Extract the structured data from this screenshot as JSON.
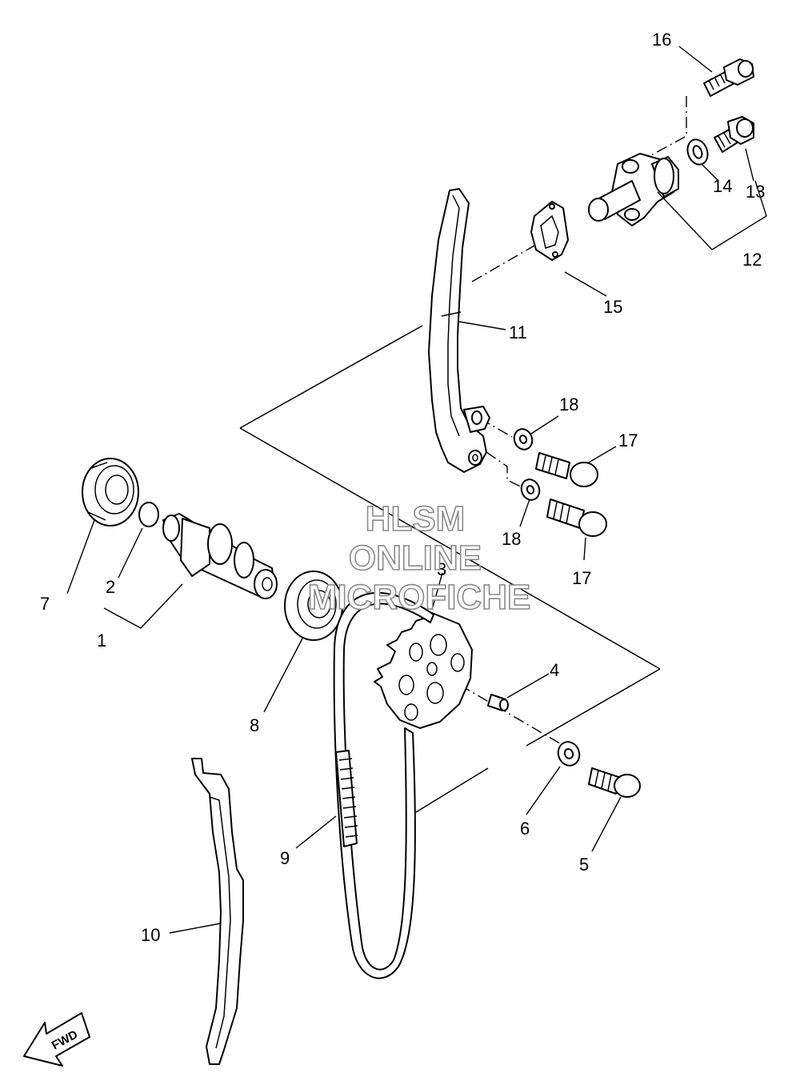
{
  "watermark": {
    "line1": "HLSM",
    "line2": "ONLINE",
    "line3": "MICROFICHE"
  },
  "direction_marker": {
    "label": "FWD",
    "icon": "arrow-icon"
  },
  "callouts": [
    {
      "id": "c1",
      "number": "1"
    },
    {
      "id": "c2",
      "number": "2"
    },
    {
      "id": "c3",
      "number": "3"
    },
    {
      "id": "c4",
      "number": "4"
    },
    {
      "id": "c5",
      "number": "5"
    },
    {
      "id": "c6",
      "number": "6"
    },
    {
      "id": "c7",
      "number": "7"
    },
    {
      "id": "c8",
      "number": "8"
    },
    {
      "id": "c9",
      "number": "9"
    },
    {
      "id": "c10",
      "number": "10"
    },
    {
      "id": "c11",
      "number": "11"
    },
    {
      "id": "c12",
      "number": "12"
    },
    {
      "id": "c13",
      "number": "13"
    },
    {
      "id": "c14",
      "number": "14"
    },
    {
      "id": "c15",
      "number": "15"
    },
    {
      "id": "c16",
      "number": "16"
    },
    {
      "id": "c17a",
      "number": "17"
    },
    {
      "id": "c17b",
      "number": "17"
    },
    {
      "id": "c18a",
      "number": "18"
    },
    {
      "id": "c18b",
      "number": "18"
    }
  ]
}
